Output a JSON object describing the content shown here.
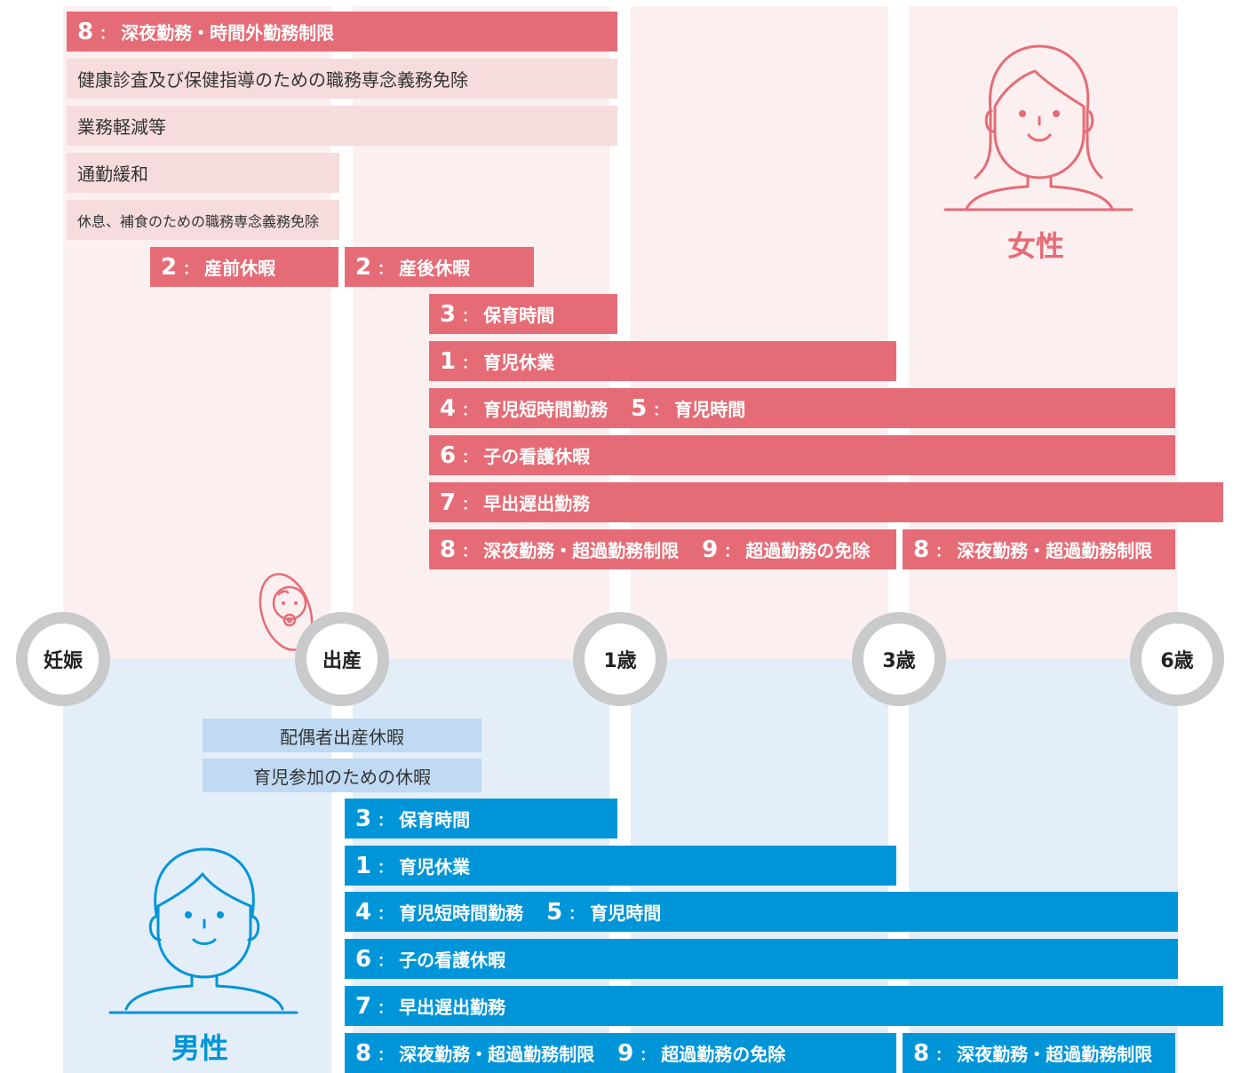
{
  "milestones": [
    "妊娠",
    "出産",
    "1歳",
    "3歳",
    "6歳"
  ],
  "female": {
    "label": "女性",
    "bars": {
      "late_night_pregnancy": {
        "num": "8",
        "text": "深夜勤務・時間外勤務制限"
      },
      "health_check": "健康診査及び保健指導のための職務専念義務免除",
      "work_reduction": "業務軽減等",
      "commute": "通勤緩和",
      "rest_meal": "休息、補食のための職務専念義務免除",
      "prenatal": {
        "num": "2",
        "text": "産前休暇"
      },
      "postnatal": {
        "num": "2",
        "text": "産後休暇"
      },
      "nursing_time": {
        "num": "3",
        "text": "保育時間"
      },
      "childcare_leave": {
        "num": "1",
        "text": "育児休業"
      },
      "short_hours": {
        "num": "4",
        "text": "育児短時間勤務",
        "num2": "5",
        "text2": "育児時間"
      },
      "sick_child": {
        "num": "6",
        "text": "子の看護休暇"
      },
      "early_late": {
        "num": "7",
        "text": "早出遅出勤務"
      },
      "late_night_a": {
        "num": "8",
        "text": "深夜勤務・超過勤務制限",
        "num2": "9",
        "text2": "超過勤務の免除"
      },
      "late_night_b": {
        "num": "8",
        "text": "深夜勤務・超過勤務制限"
      }
    }
  },
  "male": {
    "label": "男性",
    "bars": {
      "spouse_birth": "配偶者出産休暇",
      "childcare_participation": "育児参加のための休暇",
      "nursing_time": {
        "num": "3",
        "text": "保育時間"
      },
      "childcare_leave": {
        "num": "1",
        "text": "育児休業"
      },
      "short_hours": {
        "num": "4",
        "text": "育児短時間勤務",
        "num2": "5",
        "text2": "育児時間"
      },
      "sick_child": {
        "num": "6",
        "text": "子の看護休暇"
      },
      "early_late": {
        "num": "7",
        "text": "早出遅出勤務"
      },
      "late_night_a": {
        "num": "8",
        "text": "深夜勤務・超過勤務制限",
        "num2": "9",
        "text2": "超過勤務の免除"
      },
      "late_night_b": {
        "num": "8",
        "text": "深夜勤務・超過勤務制限"
      }
    }
  },
  "colors": {
    "female_bar": "#e56c76",
    "female_light_bar": "#f6dcdc",
    "female_bg": "#fcefef",
    "male_bar": "#0095d9",
    "male_light_bar": "#bfdaf2",
    "male_bg": "#e3eef8",
    "milestone_ring": "#c8cacb"
  },
  "icons": [
    "woman-icon",
    "man-icon",
    "baby-icon"
  ]
}
